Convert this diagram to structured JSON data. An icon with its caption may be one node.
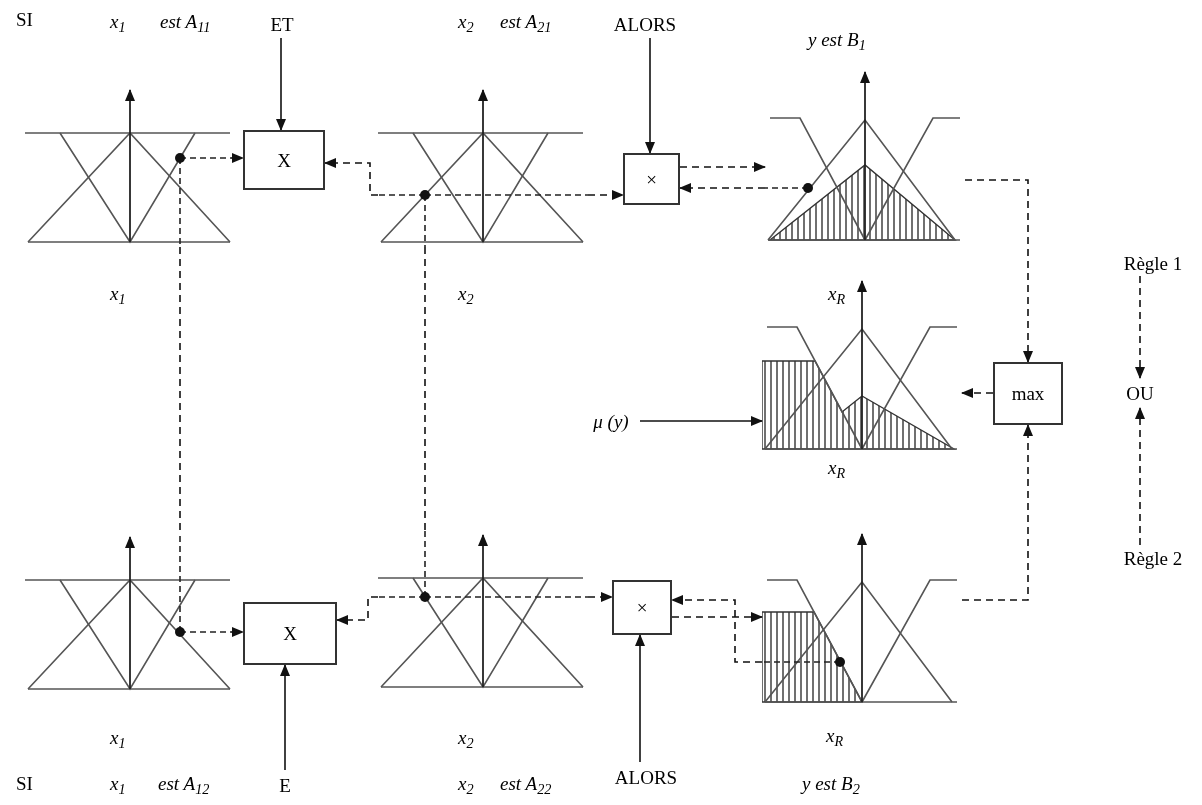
{
  "diagram": {
    "nodes": [
      {
        "text": [
          "ET"
        ]
      },
      {
        "text": [
          "ALORS"
        ]
      },
      {
        "text": [],
        "shape": "picture"
      },
      {
        "text": [
          "X"
        ]
      },
      {
        "text": [],
        "shape": "picture"
      },
      {
        "text": [
          "×"
        ]
      },
      {
        "text": [],
        "shape": "picture"
      },
      {
        "text": [
          "Règle 1"
        ]
      },
      {
        "text": [],
        "shape": "picture"
      },
      {
        "text": [
          "μ (y)"
        ]
      },
      {
        "text": [
          "max"
        ]
      },
      {
        "text": [
          "OU"
        ]
      },
      {
        "text": [],
        "shape": "picture"
      },
      {
        "text": [
          "X"
        ]
      },
      {
        "text": [],
        "shape": "picture"
      },
      {
        "text": [
          "×"
        ]
      },
      {
        "text": [],
        "shape": "picture"
      },
      {
        "text": [
          "Règle 2"
        ]
      },
      {
        "text": [
          "E"
        ]
      },
      {
        "text": [
          "ALORS"
        ]
      }
    ],
    "edges": [
      {
        "from": 0,
        "to": 3,
        "arrow": "to"
      },
      {
        "from": 2,
        "to": 3,
        "arrow": "to",
        "style": "dashed"
      },
      {
        "from": 4,
        "to": 3,
        "arrow": "to",
        "style": "dashed"
      },
      {
        "from": 4,
        "to": 5,
        "arrow": "to",
        "style": "dashed"
      },
      {
        "from": 1,
        "to": 5,
        "arrow": "to"
      },
      {
        "from": 5,
        "to": 6,
        "arrow": "to",
        "style": "dashed"
      },
      {
        "from": 6,
        "to": 5,
        "arrow": "to",
        "style": "dashed"
      },
      {
        "from": 6,
        "to": 10,
        "arrow": "to",
        "style": "dashed"
      },
      {
        "from": 7,
        "to": 11,
        "arrow": "to",
        "style": "dashed"
      },
      {
        "from": 2,
        "to": 12,
        "arrow": "none",
        "style": "dashed"
      },
      {
        "from": 4,
        "to": 14,
        "arrow": "none",
        "style": "dashed"
      },
      {
        "from": 10,
        "to": 8,
        "arrow": "to",
        "style": "dashed"
      },
      {
        "from": 9,
        "to": 8,
        "arrow": "to"
      },
      {
        "from": 17,
        "to": 11,
        "arrow": "to",
        "style": "dashed"
      },
      {
        "from": 12,
        "to": 13,
        "arrow": "to",
        "style": "dashed"
      },
      {
        "from": 14,
        "to": 13,
        "arrow": "to",
        "style": "dashed"
      },
      {
        "from": 14,
        "to": 15,
        "arrow": "to",
        "style": "dashed"
      },
      {
        "from": 15,
        "to": 16,
        "arrow": "to",
        "style": "dashed"
      },
      {
        "from": 16,
        "to": 15,
        "arrow": "to",
        "style": "dashed"
      },
      {
        "from": 16,
        "to": 10,
        "arrow": "to",
        "style": "dashed"
      },
      {
        "from": 18,
        "to": 13,
        "arrow": "to"
      },
      {
        "from": 19,
        "to": 15,
        "arrow": "to"
      }
    ],
    "labels": [
      "SI",
      "x$_{1}$",
      "est A$_{11}$",
      "x$_{2}$",
      "est A$_{21}$",
      "y est B$_{1}$",
      "x$_{1}$",
      "x$_{2}$",
      "x$_{R}$",
      "x$_{R}$",
      "x$_{1}$",
      "x$_{2}$",
      "x$_{R}$",
      "SI",
      "x$_{1}$",
      "est A$_{12}$",
      "x$_{2}$",
      "est A$_{22}$",
      "y est B$_{2}$"
    ]
  }
}
